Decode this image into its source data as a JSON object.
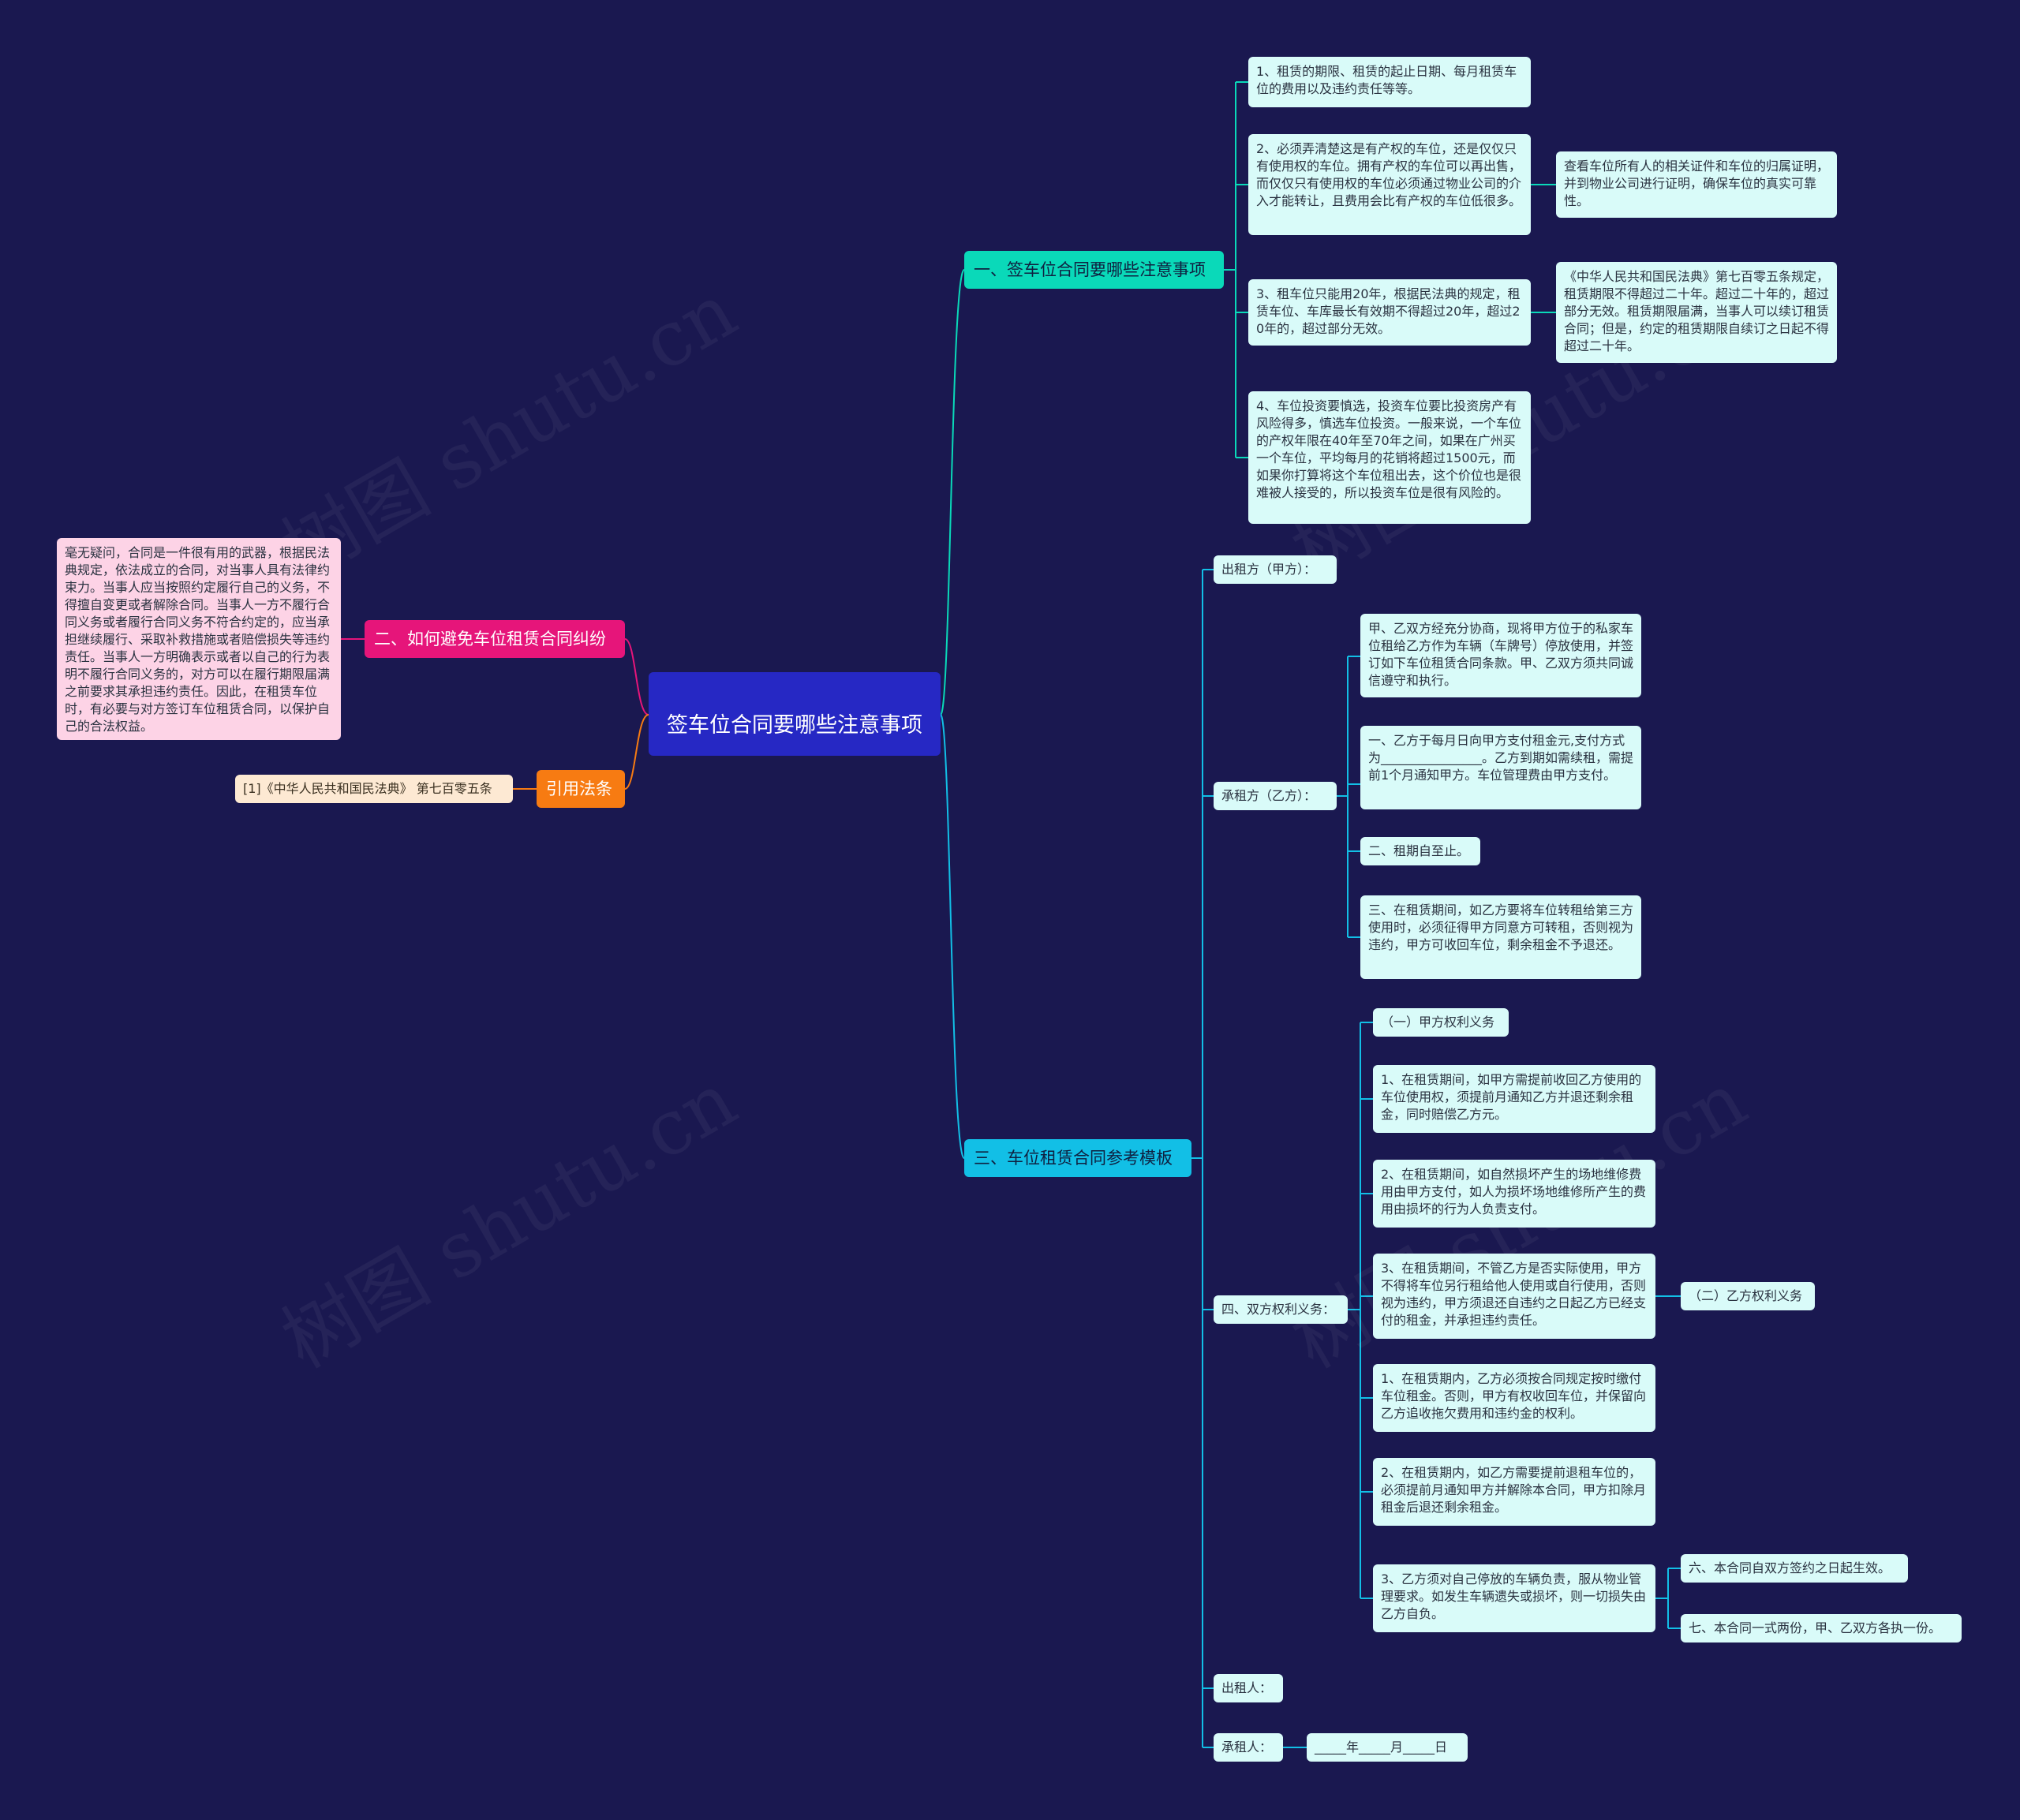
{
  "root": {
    "title": "签车位合同要哪些注意事项"
  },
  "branch1": {
    "title": "一、签车位合同要哪些注意事项",
    "items": [
      "1、租赁的期限、租赁的起止日期、每月租赁车位的费用以及违约责任等等。",
      "2、必须弄清楚这是有产权的车位，还是仅仅只有使用权的车位。拥有产权的车位可以再出售，而仅仅只有使用权的车位必须通过物业公司的介入才能转让，且费用会比有产权的车位低很多。",
      "3、租车位只能用20年，根据民法典的规定，租赁车位、车库最长有效期不得超过20年，超过20年的，超过部分无效。",
      "4、车位投资要慎选，投资车位要比投资房产有风险得多，慎选车位投资。一般来说，一个车位的产权年限在40年至70年之间，如果在广州买一个车位，平均每月的花销将超过1500元，而如果你打算将这个车位租出去，这个价位也是很难被人接受的，所以投资车位是很有风险的。"
    ],
    "item2_note": "查看车位所有人的相关证件和车位的归属证明，并到物业公司进行证明，确保车位的真实可靠性。",
    "item3_note": "《中华人民共和国民法典》第七百零五条规定，租赁期限不得超过二十年。超过二十年的，超过部分无效。租赁期限届满，当事人可以续订租赁合同；但是，约定的租赁期限自续订之日起不得超过二十年。"
  },
  "branch2": {
    "title": "二、如何避免车位租赁合同纠纷",
    "text": "毫无疑问，合同是一件很有用的武器，根据民法典规定，依法成立的合同，对当事人具有法律约束力。当事人应当按照约定履行自己的义务，不得擅自变更或者解除合同。当事人一方不履行合同义务或者履行合同义务不符合约定的，应当承担继续履行、采取补救措施或者赔偿损失等违约责任。当事人一方明确表示或者以自己的行为表明不履行合同义务的，对方可以在履行期限届满之前要求其承担违约责任。因此，在租赁车位时，有必要与对方签订车位租赁合同，以保护自己的合法权益。"
  },
  "cite": {
    "title": "引用法条",
    "item": "[1]《中华人民共和国民法典》 第七百零五条"
  },
  "branch3": {
    "title": "三、车位租赁合同参考模板",
    "lessor": "出租方（甲方）：",
    "lessee": "承租方（乙方）：",
    "lessee_items": [
      "甲、乙双方经充分协商，现将甲方位于的私家车位租给乙方作为车辆（车牌号）停放使用，并签订如下车位租赁合同条款。甲、乙双方须共同诚信遵守和执行。",
      "一、乙方于每月日向甲方支付租金元,支付方式为________________。乙方到期如需续租，需提前1个月通知甲方。车位管理费由甲方支付。",
      "二、租期自至止。",
      "三、在租赁期间，如乙方要将车位转租给第三方使用时，必须征得甲方同意方可转租，否则视为违约，甲方可收回车位，剩余租金不予退还。"
    ],
    "rights": "四、双方权利义务：",
    "rights_items": [
      "（一）甲方权利义务",
      "1、在租赁期间，如甲方需提前收回乙方使用的车位使用权，须提前月通知乙方并退还剩余租金，同时赔偿乙方元。",
      "2、在租赁期间，如自然损坏产生的场地维修费用由甲方支付，如人为损坏场地维修所产生的费用由损坏的行为人负责支付。",
      "3、在租赁期间，不管乙方是否实际使用，甲方不得将车位另行租给他人使用或自行使用，否则视为违约，甲方须退还自违约之日起乙方已经支付的租金，并承担违约责任。",
      "1、在租赁期内，乙方必须按合同规定按时缴付车位租金。否则，甲方有权收回车位，并保留向乙方追收拖欠费用和违约金的权利。",
      "2、在租赁期内，如乙方需要提前退租车位的，必须提前月通知甲方并解除本合同，甲方扣除月租金后退还剩余租金。",
      "3、乙方须对自己停放的车辆负责，服从物业管理要求。如发生车辆遗失或损坏，则一切损失由乙方自负。"
    ],
    "rights_item3_note": "（二）乙方权利义务",
    "rights_item7_notes": [
      "六、本合同自双方签约之日起生效。",
      "七、本合同一式两份，甲、乙双方各执一份。"
    ],
    "sign_lessor": "出租人：",
    "sign_lessee": "承租人：",
    "date": "_____年_____月_____日"
  },
  "watermark": "树图 shutu.cn",
  "colors": {
    "background": "#1a1850",
    "root": "#2628c4",
    "teal": "#0ad9b9",
    "cyan": "#12bfe6",
    "pink": "#e6157a",
    "orange": "#f77b12",
    "leaf": "#d9fbf9"
  }
}
